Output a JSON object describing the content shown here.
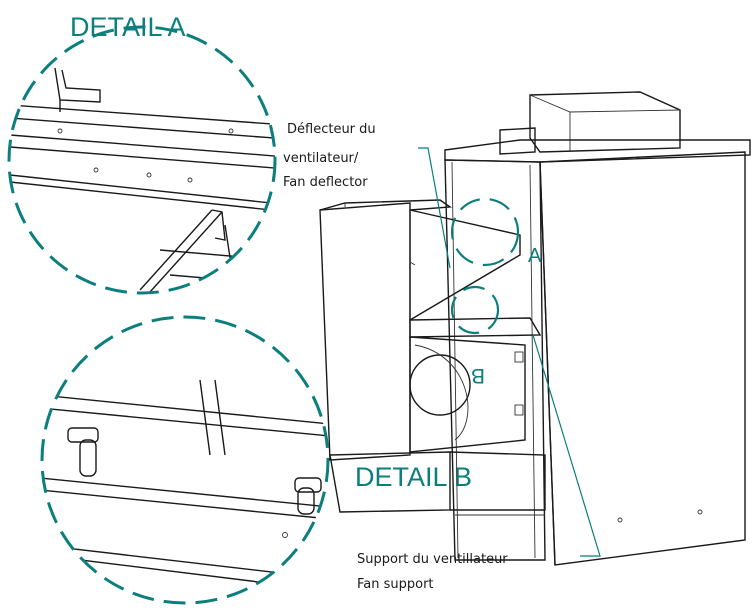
{
  "detail_a_title": "DETAIL A",
  "detail_b_title": "DETAIL B",
  "callout_a": "A",
  "callout_b": "B",
  "fan_deflector": {
    "line1": "Déflecteur du",
    "line2": "ventilateur/",
    "line3": "Fan deflector"
  },
  "fan_support": {
    "line1": "Support du ventillateur",
    "line2": "Fan support"
  },
  "colors": {
    "accent": "#0b7f7d",
    "ink": "#1a1a1a"
  }
}
